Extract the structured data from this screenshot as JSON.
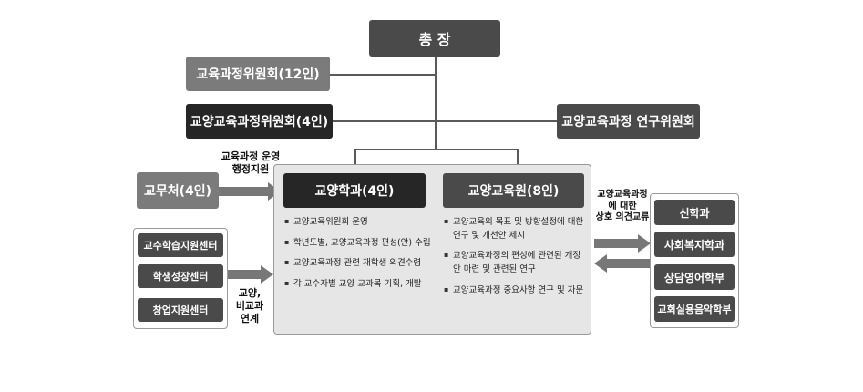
{
  "president": "총 장",
  "curriculum_committee": "교육과정위원회(12인)",
  "liberal_curriculum_committee": "교양교육과정위원회(4인)",
  "research_committee": "교양교육과정 연구위원회",
  "academic_affairs": "교무처(4인)",
  "academic_affairs_arrow_label": [
    "교육과정 운영",
    "행정지원"
  ],
  "support_centers": [
    "교수학습지원센터",
    "학생성장센터",
    "창업지원센터"
  ],
  "support_arrow_label": [
    "교양,",
    "비교과",
    "연계"
  ],
  "liberal_dept": {
    "title": "교양학과(4인)",
    "items": [
      "교양교육위원회 운영",
      "학년도별, 교양교육과정 편성(안) 수립",
      "교양교육과정 관련 재학생 의견수렴",
      "각 교수자별 교양 교과목 기획, 개발"
    ]
  },
  "liberal_institute": {
    "title": "교양교육원(8인)",
    "items": [
      "교양교육의 목표 및 방향설정에 대한 연구 및 개선안 제시",
      "교양교육과정의 편성에 관련된 개정안 마련 및 관련된 연구",
      "교양교육과정 중요사항 연구 및 자문"
    ]
  },
  "exchange_label": [
    "교양교육과정",
    "에 대한",
    "상호 의견교류"
  ],
  "departments": [
    "신학과",
    "사회복지학과",
    "상담영어학부",
    "교회실용음악학부"
  ],
  "colors": {
    "dark": "#4a4a4a",
    "black": "#262626",
    "mid": "#7b7b7b",
    "panel": "#e6e6e6",
    "arrow": "#777777"
  }
}
